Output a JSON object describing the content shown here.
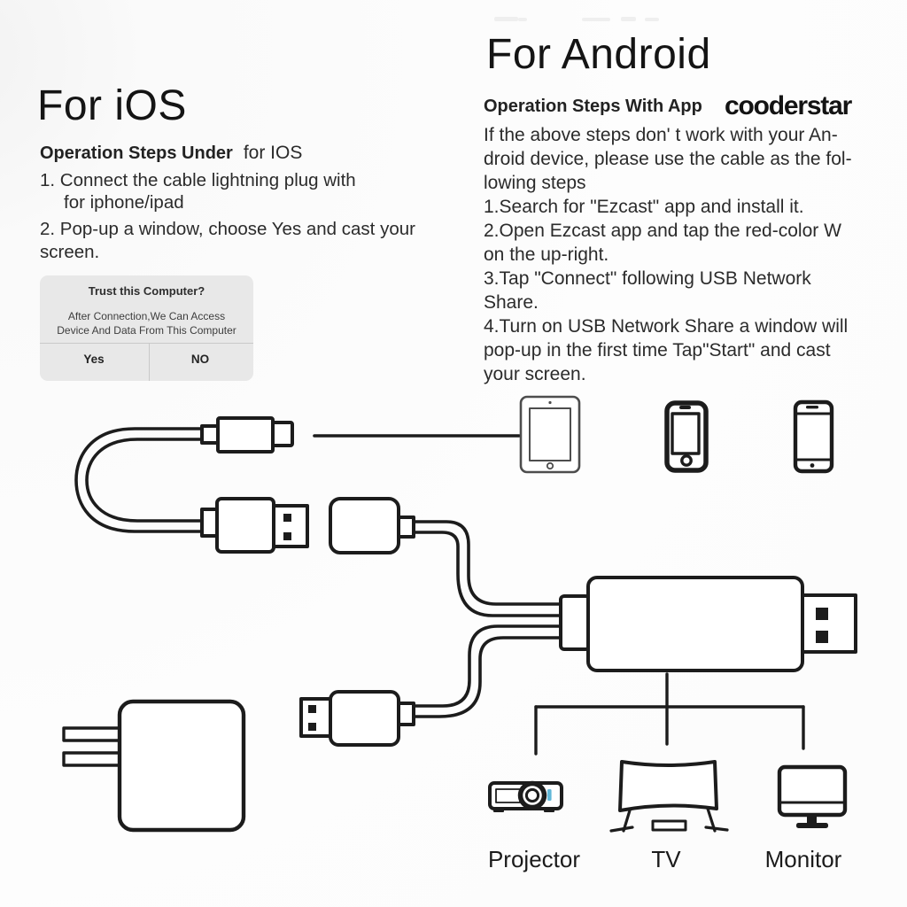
{
  "page": {
    "background": "#fcfcfc",
    "ink_color": "#1c1c1c",
    "dialog_bg": "#e8e8e8",
    "accent_blue": "#62b8d8"
  },
  "ios_section": {
    "title": "For iOS",
    "subtitle_bold": "Operation Steps Under",
    "subtitle_regular": "for IOS",
    "step1_line1": "1. Connect the cable lightning plug with",
    "step1_line2": "for iphone/ipad",
    "step2": "2. Pop-up a window, choose Yes and cast your\nscreen.",
    "dialog": {
      "title": "Trust this Computer?",
      "body": "After Connection,We Can Access\nDevice And Data From This Computer",
      "yes_label": "Yes",
      "no_label": "NO"
    }
  },
  "android_section": {
    "title": "For Android",
    "subtitle_bold": "Operation Steps With App",
    "watermark": "cooderstar",
    "body": "If the above steps don' t work with your An-\ndroid device, please use the cable as the fol-\nlowing steps\n1.Search for \"Ezcast\" app and install it.\n2.Open Ezcast app and tap the red-color W\non the up-right.\n3.Tap \"Connect\" following USB Network\nShare.\n4.Turn on USB Network Share a window will\npop-up in the first time Tap\"Start\" and cast\nyour screen.",
    "app_name": "Ezcast"
  },
  "diagram": {
    "labels": {
      "projector": "Projector",
      "tv": "TV",
      "monitor": "Monitor"
    },
    "icons": [
      "lightning-connector-icon",
      "usb-a-plug-icon",
      "usb-female-adapter-icon",
      "usb-a-plug-icon",
      "hdmi-converter-body-icon",
      "usb-a-connector-icon",
      "tablet-icon",
      "smartphone-home-button-icon",
      "smartphone-android-icon",
      "wall-charger-icon",
      "projector-icon",
      "tv-icon",
      "monitor-icon"
    ]
  }
}
